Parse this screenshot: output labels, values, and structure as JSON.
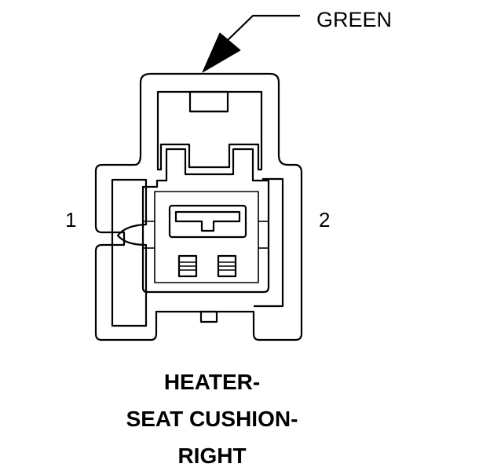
{
  "diagram": {
    "wire_color_label": "GREEN",
    "pin_labels": [
      "1",
      "2"
    ],
    "caption_lines": [
      "HEATER-",
      "SEAT CUSHION-",
      "RIGHT"
    ],
    "line_color": "#000000",
    "background_color": "#ffffff"
  }
}
